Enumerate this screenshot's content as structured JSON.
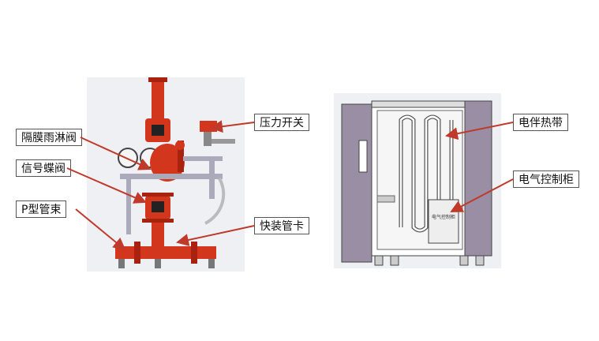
{
  "labels": {
    "pressure_switch": "压力开关",
    "diaphragm_deluge_valve": "隔膜雨淋阀",
    "signal_butterfly_valve": "信号蝶阀",
    "p_type_pipe_clamp": "P型管束",
    "quick_pipe_clamp": "快装管卡",
    "electric_heat_tracing": "电伴热带",
    "electric_control_cabinet": "电气控制柜"
  },
  "cabinet_plate_text": "电气控制柜",
  "colors": {
    "valve_red": "#d2361d",
    "valve_dark_red": "#a8230f",
    "cabinet_frame": "#9a8ea4",
    "arrow_red": "#c0392b"
  }
}
